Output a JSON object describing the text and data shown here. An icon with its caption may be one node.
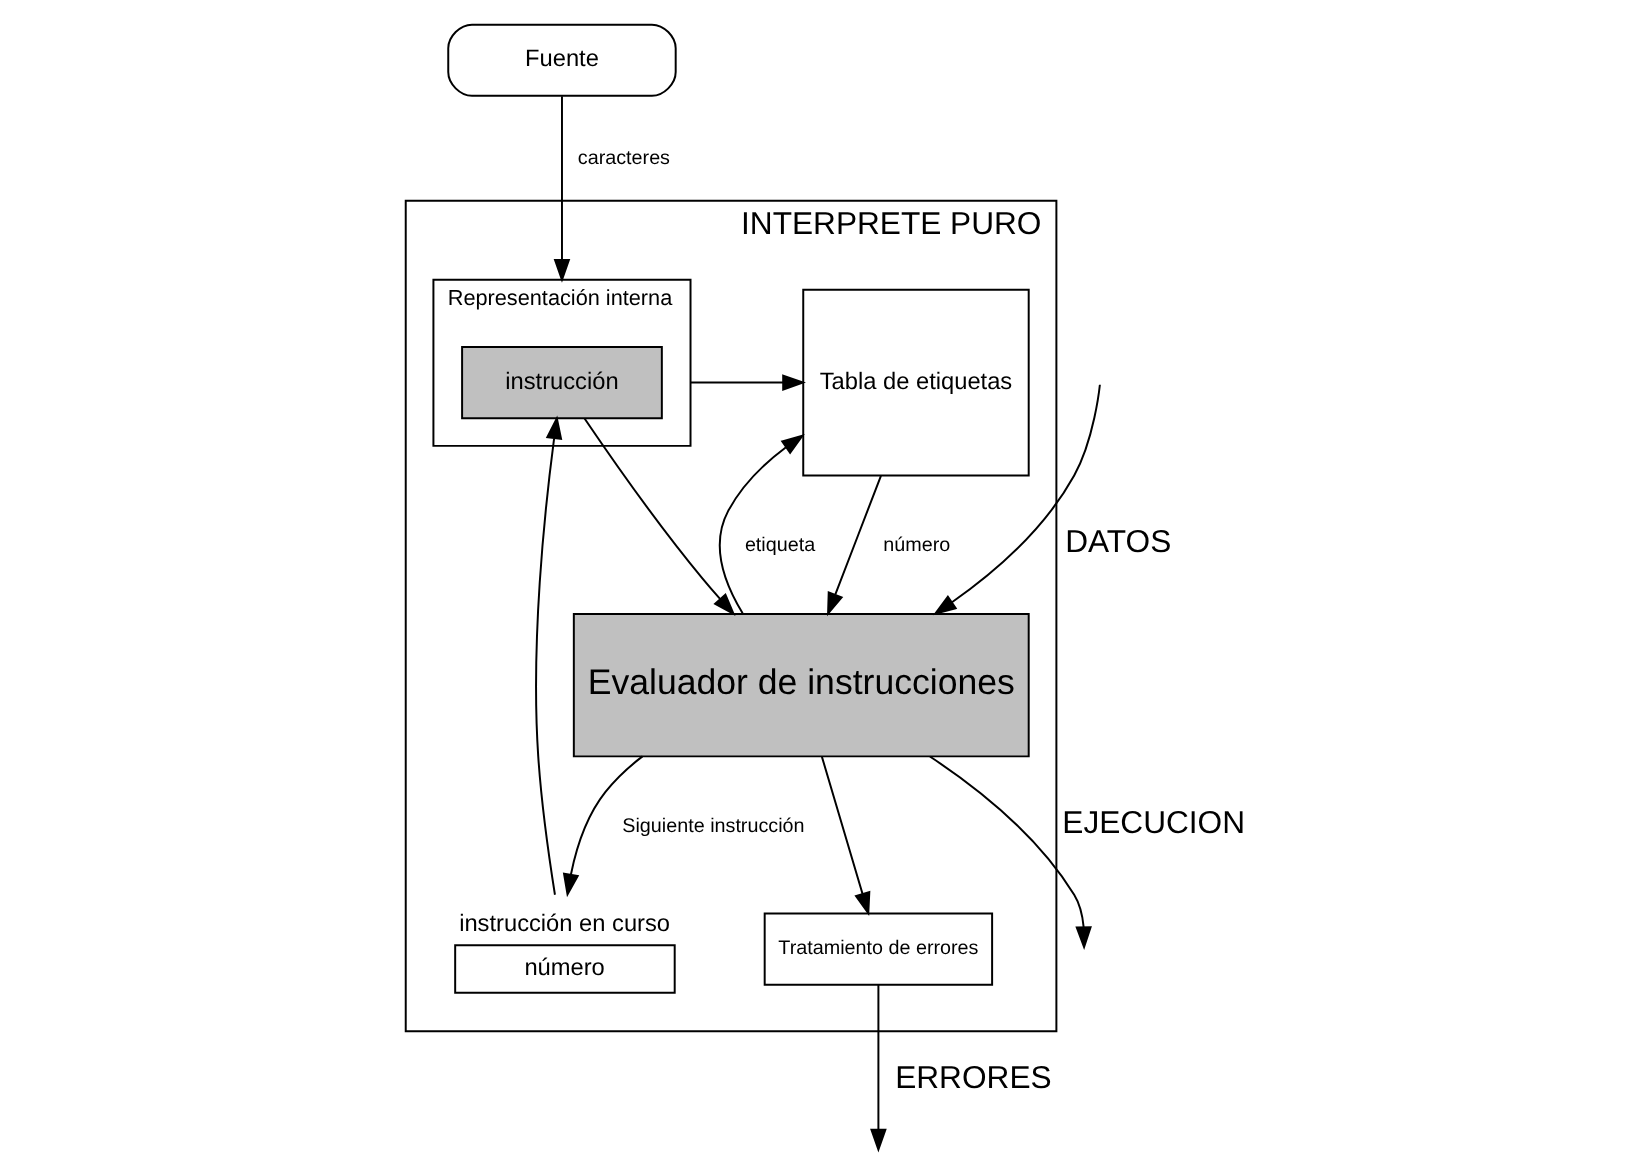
{
  "diagram": {
    "nodes": [
      {
        "text": [
          "Fuente"
        ]
      },
      {
        "text": [
          "INTERPRETE PURO"
        ]
      },
      {
        "text": [
          "Representación interna"
        ],
        "in": 1
      },
      {
        "text": [
          "instrucción"
        ],
        "in": 2
      },
      {
        "text": [
          "Tabla de etiquetas"
        ],
        "in": 1
      },
      {
        "text": [
          "número"
        ],
        "in": 1,
        "beside": [
          "instrucción en curso"
        ]
      },
      {
        "text": [
          "Evaluador de instrucciones"
        ],
        "in": 1
      },
      {
        "text": [
          "Tratamiento de errores"
        ],
        "in": 1
      }
    ],
    "edges": [
      {
        "from": 0,
        "to": 2,
        "arrow": "to",
        "label": "caracteres"
      },
      {
        "from": 2,
        "to": 4,
        "arrow": "to"
      },
      {
        "from": 5,
        "to": 3,
        "arrow": "to"
      },
      {
        "from": 3,
        "to": 6,
        "arrow": "to"
      },
      {
        "from": 6,
        "to": 4,
        "arrow": "to",
        "label": "etiqueta"
      },
      {
        "from": 4,
        "to": 6,
        "arrow": "to",
        "label": "número"
      },
      {
        "from": 6,
        "to": 5,
        "arrow": "to",
        "label": "Siguiente instrucción"
      },
      {
        "from": 6,
        "to": 7,
        "arrow": "to"
      },
      {
        "from": 7,
        "to": null,
        "arrow": "to",
        "label": "ERRORES"
      },
      {
        "from": null,
        "to": 6,
        "arrow": "to",
        "label": "DATOS"
      },
      {
        "from": 6,
        "to": null,
        "arrow": "to",
        "label": "EJECUCION"
      }
    ]
  }
}
